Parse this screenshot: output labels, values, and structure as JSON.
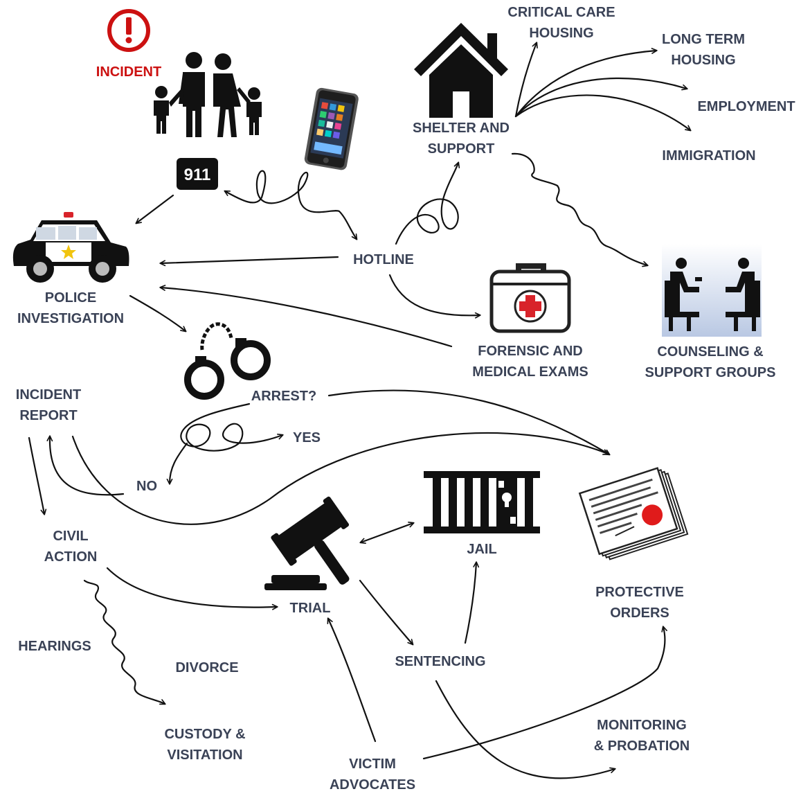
{
  "colors": {
    "label": "#3a4256",
    "incident": "#cc1111",
    "ink": "#111111",
    "counseling_bg": "#b9c8e3",
    "medical_cross": "#d8232a",
    "seal": "#e01b1b"
  },
  "nodes": {
    "incident": {
      "lines": [
        "INCIDENT"
      ],
      "icon": "exclamation-circle-icon"
    },
    "family": {
      "icon": "family-icon"
    },
    "phone": {
      "icon": "smartphone-icon"
    },
    "emergency_911": {
      "text": "911"
    },
    "police": {
      "lines": [
        "POLICE",
        "INVESTIGATION"
      ],
      "icon": "police-car-icon"
    },
    "hotline": {
      "lines": [
        "HOTLINE"
      ]
    },
    "shelter": {
      "lines": [
        "SHELTER AND",
        "SUPPORT"
      ],
      "icon": "house-icon"
    },
    "critical_care": {
      "lines": [
        "CRITICAL CARE",
        "HOUSING"
      ]
    },
    "long_term": {
      "lines": [
        "LONG TERM",
        "HOUSING"
      ]
    },
    "employment": {
      "lines": [
        "EMPLOYMENT"
      ]
    },
    "immigration": {
      "lines": [
        "IMMIGRATION"
      ]
    },
    "counseling": {
      "lines": [
        "COUNSELING &",
        "SUPPORT GROUPS"
      ],
      "icon": "counseling-chairs-icon"
    },
    "forensic": {
      "lines": [
        "FORENSIC AND",
        "MEDICAL EXAMS"
      ],
      "icon": "first-aid-kit-icon"
    },
    "arrest": {
      "lines": [
        "ARREST?"
      ],
      "icon": "handcuffs-icon"
    },
    "yes": {
      "lines": [
        "YES"
      ]
    },
    "no": {
      "lines": [
        "NO"
      ]
    },
    "incident_report": {
      "lines": [
        "INCIDENT",
        "REPORT"
      ]
    },
    "civil_action": {
      "lines": [
        "CIVIL",
        "ACTION"
      ]
    },
    "trial": {
      "lines": [
        "TRIAL"
      ],
      "icon": "gavel-icon"
    },
    "jail": {
      "lines": [
        "JAIL"
      ],
      "icon": "jail-bars-icon"
    },
    "protective_orders": {
      "lines": [
        "PROTECTIVE",
        "ORDERS"
      ],
      "icon": "document-stack-icon"
    },
    "hearings": {
      "lines": [
        "HEARINGS"
      ]
    },
    "divorce": {
      "lines": [
        "DIVORCE"
      ]
    },
    "custody": {
      "lines": [
        "CUSTODY &",
        "VISITATION"
      ]
    },
    "sentencing": {
      "lines": [
        "SENTENCING"
      ]
    },
    "monitoring": {
      "lines": [
        "MONITORING",
        "& PROBATION"
      ]
    },
    "victim_advocates": {
      "lines": [
        "VICTIM",
        "ADVOCATES"
      ]
    }
  },
  "edges": [
    {
      "from": "emergency_911",
      "to": "police"
    },
    {
      "from": "emergency_911",
      "to": "hotline",
      "style": "loops",
      "dir": "both"
    },
    {
      "from": "hotline",
      "to": "police"
    },
    {
      "from": "hotline",
      "to": "shelter",
      "style": "loops"
    },
    {
      "from": "hotline",
      "to": "forensic"
    },
    {
      "from": "forensic",
      "to": "police"
    },
    {
      "from": "police",
      "to": "arrest"
    },
    {
      "from": "shelter",
      "to": "critical_care"
    },
    {
      "from": "shelter",
      "to": "long_term"
    },
    {
      "from": "shelter",
      "to": "employment"
    },
    {
      "from": "shelter",
      "to": "immigration"
    },
    {
      "from": "shelter",
      "to": "counseling",
      "style": "wavy"
    },
    {
      "from": "arrest",
      "to": "protective_orders"
    },
    {
      "from": "arrest",
      "to": "yes",
      "style": "loops"
    },
    {
      "from": "arrest",
      "to": "no",
      "style": "loops"
    },
    {
      "from": "no",
      "to": "incident_report"
    },
    {
      "from": "incident_report",
      "to": "protective_orders"
    },
    {
      "from": "incident_report",
      "to": "civil_action"
    },
    {
      "from": "civil_action",
      "to": "trial"
    },
    {
      "from": "civil_action",
      "to": "custody",
      "style": "wavy"
    },
    {
      "from": "trial",
      "to": "jail",
      "dir": "both"
    },
    {
      "from": "trial",
      "to": "sentencing"
    },
    {
      "from": "sentencing",
      "to": "jail"
    },
    {
      "from": "sentencing",
      "to": "monitoring"
    },
    {
      "from": "victim_advocates",
      "to": "trial"
    },
    {
      "from": "victim_advocates",
      "to": "protective_orders"
    }
  ]
}
